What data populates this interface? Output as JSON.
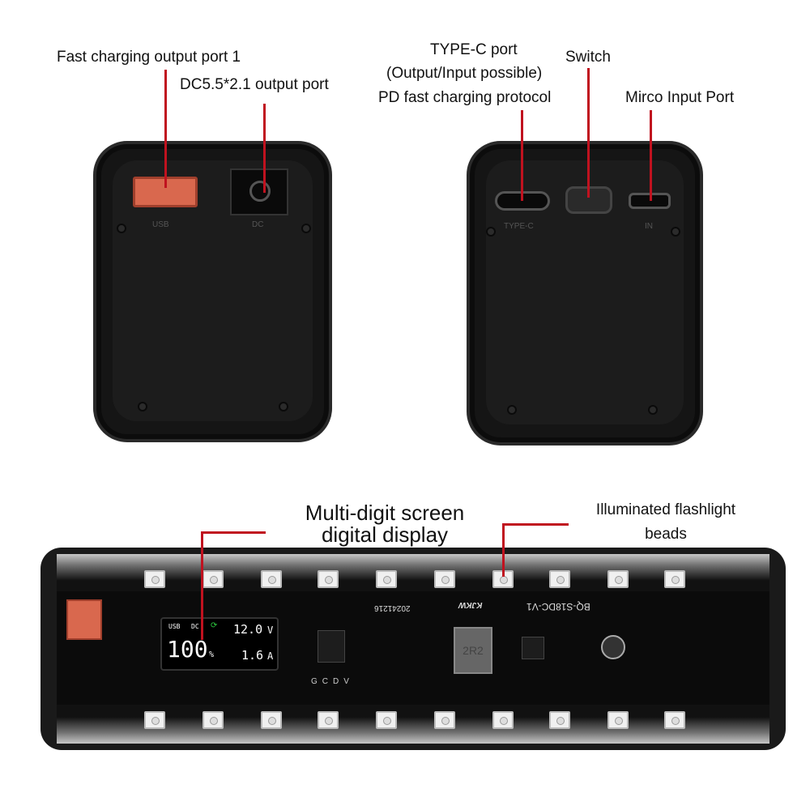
{
  "labels": {
    "fast_port": "Fast charging output port 1",
    "dc_port": "DC5.5*2.1 output port",
    "typec_line1": "TYPE-C port",
    "typec_line2": "(Output/Input possible)",
    "typec_line3": "PD fast charging protocol",
    "switch": "Switch",
    "micro": "Mirco Input Port",
    "display_line1": "Multi-digit screen",
    "display_line2": "digital display",
    "beads_line1": "Illuminated flashlight",
    "beads_line2": "beads"
  },
  "silkscreen": {
    "usb": "USB",
    "dc": "DC",
    "typec": "TYPE-C",
    "in": "IN",
    "date": "20241216",
    "brand": "KJKW",
    "board": "BQ-S18DC-V1",
    "inductor": "2R2",
    "pins": [
      "G",
      "C",
      "D",
      "V"
    ]
  },
  "display": {
    "usb": "USB",
    "dc": "DC",
    "percent": "100",
    "percent_unit": "%",
    "voltage": "12.0",
    "voltage_unit": "V",
    "current": "1.6",
    "current_unit": "A"
  },
  "colors": {
    "accent": "#c0121f",
    "usb_port": "#d9684e",
    "display_green": "#2ecc40"
  }
}
